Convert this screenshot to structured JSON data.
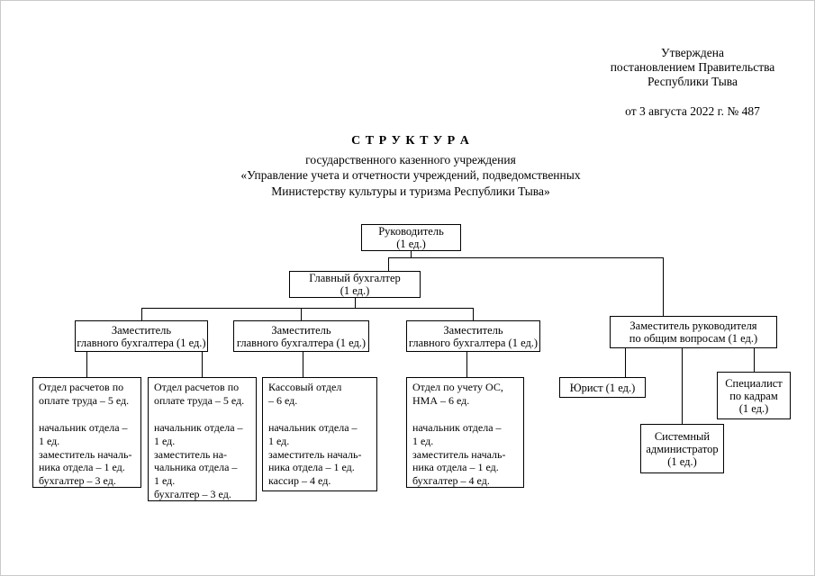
{
  "approval": {
    "lines": [
      "Утверждена",
      "постановлением Правительства",
      "Республики Тыва"
    ],
    "order": "от 3 августа 2022 г. № 487"
  },
  "title": {
    "heading": "С Т Р У К Т У Р А",
    "lines": [
      "государственного казенного учреждения",
      "«Управление учета и отчетности учреждений, подведомственных",
      "Министерству культуры и туризма Республики Тыва»"
    ]
  },
  "org": {
    "director": "Руководитель\n(1 ед.)",
    "chief_accountant": "Главный бухгалтер\n(1 ед.)",
    "deputy_chief_1": "Заместитель\nглавного бухгалтера (1 ед.)",
    "deputy_chief_2": "Заместитель\nглавного бухгалтера (1 ед.)",
    "deputy_chief_3": "Заместитель\nглавного бухгалтера (1 ед.)",
    "deputy_director": "Заместитель руководителя\nпо общим вопросам (1 ед.)",
    "payroll_dept_1": "Отдел расчетов по\nоплате труда – 5 ед.\n\nначальник отдела –\n1 ед.\nзаместитель началь-\nника отдела – 1 ед.\nбухгалтер – 3 ед.",
    "payroll_dept_2": "Отдел расчетов по\nоплате труда – 5 ед.\n\nначальник отдела –\n1 ед.\nзаместитель на-\nчальника отдела –\n1 ед.\nбухгалтер – 3 ед.",
    "cash_dept": "Кассовый отдел\n– 6 ед.\n\nначальник отдела –\n1 ед.\nзаместитель началь-\nника отдела – 1 ед.\nкассир – 4 ед.",
    "assets_dept": "Отдел по учету ОС,\nНМА – 6 ед.\n\nначальник отдела –\n1 ед.\nзаместитель началь-\nника отдела – 1 ед.\nбухгалтер – 4 ед.",
    "lawyer": "Юрист (1 ед.)",
    "hr_specialist": "Специалист\nпо кадрам\n(1 ед.)",
    "sysadmin": "Системный\nадминистратор\n(1 ед.)"
  }
}
